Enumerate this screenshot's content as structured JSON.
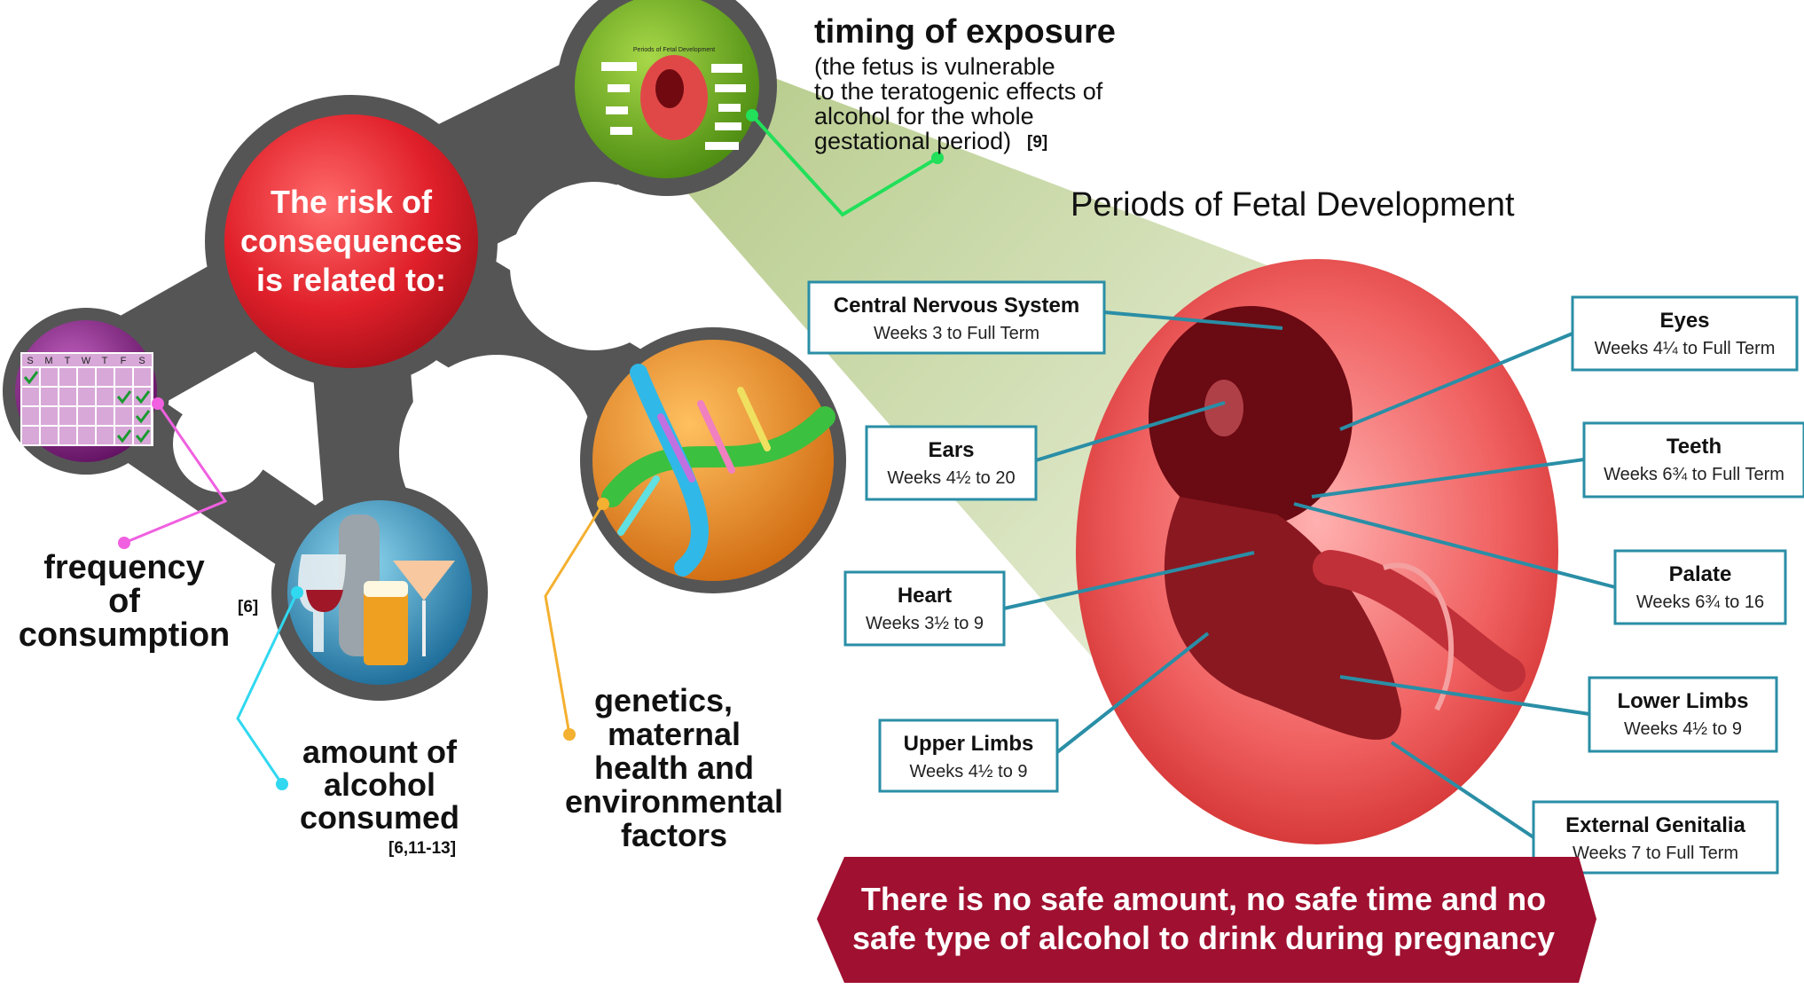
{
  "center": {
    "lines": [
      "The risk of",
      "consequences",
      "is related to:"
    ]
  },
  "timing": {
    "title": "timing of exposure",
    "lines": [
      "(the fetus is vulnerable",
      "to the teratogenic effects of",
      "alcohol for the whole",
      "gestational period)"
    ],
    "ref": "[9]"
  },
  "frequency": {
    "lines": [
      "frequency",
      "of",
      "consumption"
    ],
    "ref": "[6]"
  },
  "amount": {
    "lines": [
      "amount of",
      "alcohol",
      "consumed"
    ],
    "ref": "[6,11-13]"
  },
  "genetics": {
    "lines": [
      "genetics,",
      "maternal",
      "health and",
      "environmental",
      "factors"
    ]
  },
  "calendar": {
    "days": [
      "S",
      "M",
      "T",
      "W",
      "T",
      "F",
      "S"
    ]
  },
  "diagram": {
    "title": "Periods of Fetal Development",
    "labels": [
      {
        "title": "Central Nervous System",
        "weeks": "Weeks 3 to Full Term"
      },
      {
        "title": "Eyes",
        "weeks": "Weeks 4¼ to Full Term"
      },
      {
        "title": "Ears",
        "weeks": "Weeks 4½ to 20"
      },
      {
        "title": "Teeth",
        "weeks": "Weeks 6¾ to Full Term"
      },
      {
        "title": "Heart",
        "weeks": "Weeks 3½ to 9"
      },
      {
        "title": "Palate",
        "weeks": "Weeks 6¾ to 16"
      },
      {
        "title": "Upper Limbs",
        "weeks": "Weeks 4½ to 9"
      },
      {
        "title": "Lower Limbs",
        "weeks": "Weeks 4½ to 9"
      },
      {
        "title": "External Genitalia",
        "weeks": "Weeks 7 to Full Term"
      }
    ]
  },
  "banner": {
    "lines": [
      "There is no safe amount, no safe time and no",
      "safe type of alcohol to drink during pregnancy"
    ]
  },
  "colors": {
    "teal": "#2a8ea6",
    "banner": "#a01030",
    "green_leader": "#22e05a",
    "pink_leader": "#f060e0",
    "cyan_leader": "#30d8f0",
    "orange_leader": "#f4b030"
  }
}
